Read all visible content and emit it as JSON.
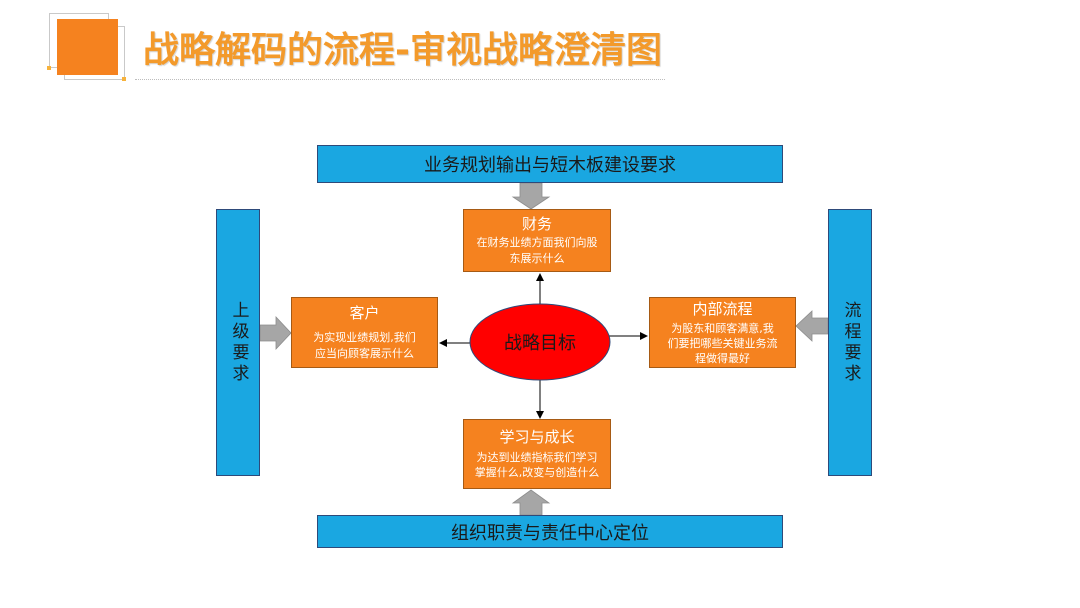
{
  "header": {
    "title": "战略解码的流程-审视战略澄清图"
  },
  "diagram": {
    "top_bar": "业务规划输出与短木板建设要求",
    "bottom_bar": "组织职责与责任中心定位",
    "left_bar": "上级要求",
    "right_bar": "流程要求",
    "center": "战略目标",
    "finance": {
      "title": "财务",
      "lines": [
        "在财务业绩方面我们向股",
        "东展示什么"
      ]
    },
    "customer": {
      "title": "客户",
      "lines": [
        "为实现业绩规划,我们",
        "应当向顾客展示什么"
      ]
    },
    "internal": {
      "title": "内部流程",
      "lines": [
        "为股东和顾客满意,我",
        "们要把哪些关键业务流",
        "程做得最好"
      ]
    },
    "learning": {
      "title": "学习与成长",
      "lines": [
        "为达到业绩指标我们学习",
        "掌握什么,改变与创造什么"
      ]
    }
  },
  "colors": {
    "title": "#F39A2B",
    "accent_square": "#F5821F",
    "box_fill": "#F5821F",
    "bar_fill": "#1AA7E1",
    "center_fill": "#FF0000",
    "connector_arrow": "#A6A6A6"
  }
}
